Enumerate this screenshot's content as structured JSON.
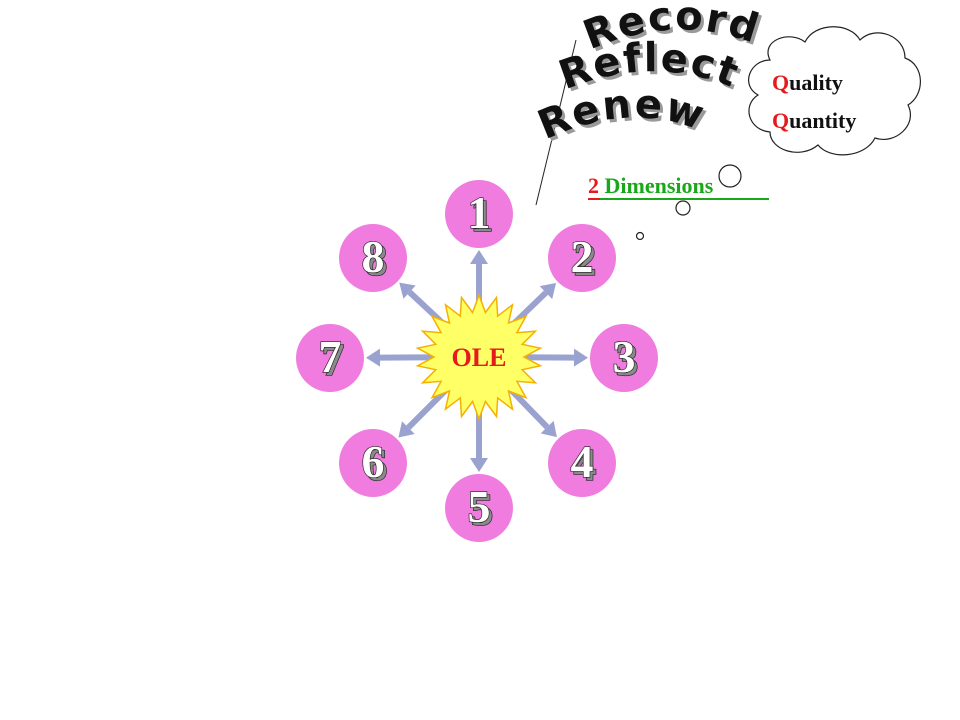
{
  "center": {
    "label": "OLE",
    "fill": "#ffff66",
    "stroke": "#f5b000",
    "text_color": "#e41a1c"
  },
  "nodes": [
    {
      "label": "1"
    },
    {
      "label": "2"
    },
    {
      "label": "3"
    },
    {
      "label": "4"
    },
    {
      "label": "5"
    },
    {
      "label": "6"
    },
    {
      "label": "7"
    },
    {
      "label": "8"
    }
  ],
  "node_fill": "#f07ce0",
  "arrow_color": "#9aa2cf",
  "arc_words": [
    "Record",
    "Reflect",
    "Renew"
  ],
  "cloud": {
    "items": [
      {
        "initial": "Q",
        "rest": "uality"
      },
      {
        "initial": "Q",
        "rest": "uantity"
      }
    ]
  },
  "dimensions": {
    "number": "2",
    "label": " Dimensions",
    "number_color": "#e41a1c",
    "label_color": "#1aa81a"
  }
}
